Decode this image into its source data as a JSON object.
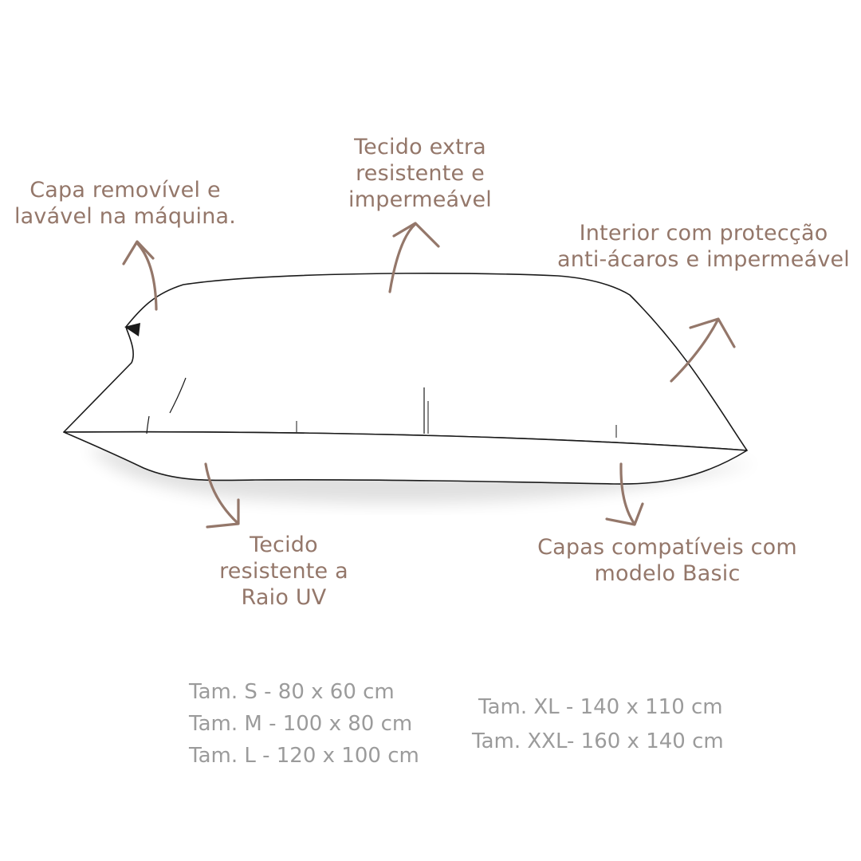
{
  "annotations": {
    "removable_cover": [
      "Capa removível e",
      "lavável na máquina."
    ],
    "fabric_top": [
      "Tecido extra",
      "resistente e",
      "impermeável"
    ],
    "interior": [
      "Interior com protecção",
      "anti-ácaros e impermeável"
    ],
    "uv_fabric": [
      "Tecido",
      "resistente a",
      "Raio UV"
    ],
    "compatible_covers": [
      "Capas compatíveis com",
      "modelo Basic"
    ]
  },
  "sizes": {
    "left": [
      "Tam. S - 80 x 60 cm",
      "Tam. M - 100 x 80 cm",
      "Tam. L - 120 x 100 cm"
    ],
    "right": [
      "Tam. XL - 140 x 110 cm",
      "Tam. XXL- 160 x 140 cm"
    ]
  },
  "colors": {
    "annotation_text": "#94776a",
    "arrow": "#94776a",
    "size_text": "#9b9b9b",
    "outline": "#1a1a1a"
  }
}
